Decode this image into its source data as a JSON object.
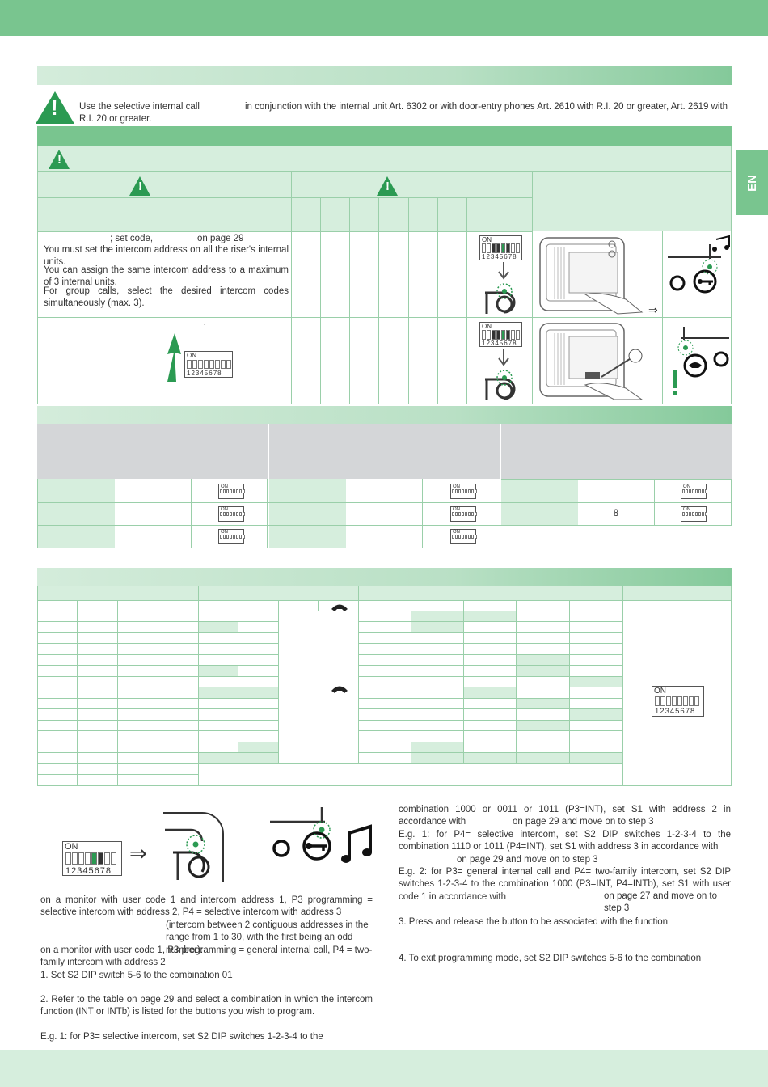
{
  "header": {
    "lang_tab": "EN"
  },
  "warning": {
    "text_part1": "Use the selective internal call",
    "text_part2": "in conjunction with the internal unit Art. 6302 or with door-entry phones Art. 2610 with R.I. 20 or greater, Art. 2619 with R.I. 20 or greater."
  },
  "table1": {
    "row1": {
      "heading_fragment": "; set code,",
      "page_ref": "on page 29",
      "para1": "You must set the intercom address on all the riser's internal units.",
      "para2": "You can assign the same intercom address to a maximum of 3 internal units.",
      "para3": "For group calls, select the desired intercom codes simultaneously (max. 3)."
    },
    "row2": {
      "mark": "."
    },
    "dip_on": "ON",
    "dip_nums": "12345678",
    "arrow_symbol": "⇒"
  },
  "table2": {
    "number_8": "8"
  },
  "table3": {
    "dip_on": "ON",
    "dip_nums": "12345678"
  },
  "bottom": {
    "dip_on": "ON",
    "dip_nums": "12345678",
    "arrow": "⇒",
    "left_col": [
      "on a monitor with user code 1 and intercom address 1, P3 programming = selective intercom with address 2, P4 = selective intercom with address 3",
      "(intercom between 2 contiguous addresses in the range from 1 to 30, with the first being an odd number):",
      "on a monitor with user code 1, P3 programming = general internal call, P4 = two-family intercom with address 2",
      "1. Set S2 DIP switch 5-6 to the combination 01",
      "2. Refer to the table on page 29 and select a combination in which the intercom function (INT or INTb) is listed for the buttons you wish to program.",
      "E.g. 1: for P3= selective intercom, set S2 DIP switches 1-2-3-4 to the"
    ],
    "right_col": [
      "combination 1000 or 0011 or 1011 (P3=INT), set S1 with address 2 in accordance with",
      "on page 29 and move on to step 3",
      "E.g. 1: for P4= selective intercom, set S2 DIP switches 1-2-3-4 to the combination 1110 or 1011 (P4=INT), set S1 with address 3 in accordance with",
      "on page 29 and move on to step 3",
      "E.g. 2: for P3= general internal call and P4= two-family intercom, set S2 DIP switches 1-2-3-4 to the combination 1000 (P3=INT, P4=INTb), set S1 with user code 1 in accordance with",
      "on page 27 and move on to step 3",
      "3. Press and release the button to be associated with the function",
      "4. To exit programming mode, set S2 DIP switches 5-6 to the combination"
    ]
  },
  "colors": {
    "green": "#79c58f",
    "dark_green": "#2b9a52",
    "light_green": "#d6eedd",
    "gray": "#d4d6d8"
  }
}
